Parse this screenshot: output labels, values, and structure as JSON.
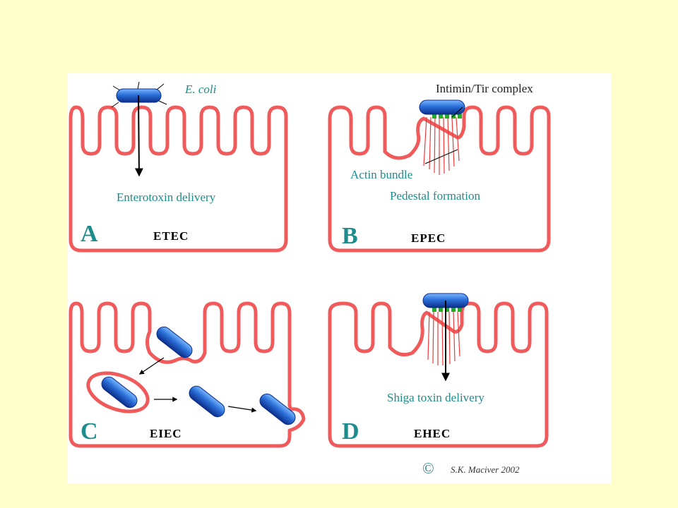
{
  "panels": {
    "a": {
      "letter": "A",
      "strain": "ETEC",
      "bacterium_label": "E. coli",
      "note": "Enterotoxin delivery"
    },
    "b": {
      "letter": "B",
      "strain": "EPEC",
      "complex_label": "Intimin/Tir complex",
      "actin_label": "Actin bundle",
      "note": "Pedestal formation"
    },
    "c": {
      "letter": "C",
      "strain": "EIEC"
    },
    "d": {
      "letter": "D",
      "strain": "EHEC",
      "note": "Shiga toxin delivery"
    }
  },
  "credit": {
    "symbol": "©",
    "text": "S.K. Maciver 2002"
  },
  "colors": {
    "slide_background": "#ffffcc",
    "panel_background": "#ffffff",
    "cell_membrane": "#f05a5a",
    "bacterium": "#1f5fc8",
    "bacterium_highlight": "#5aa0ff",
    "adhesion_complex": "#22b022",
    "label_text": "#1e8c8c"
  }
}
